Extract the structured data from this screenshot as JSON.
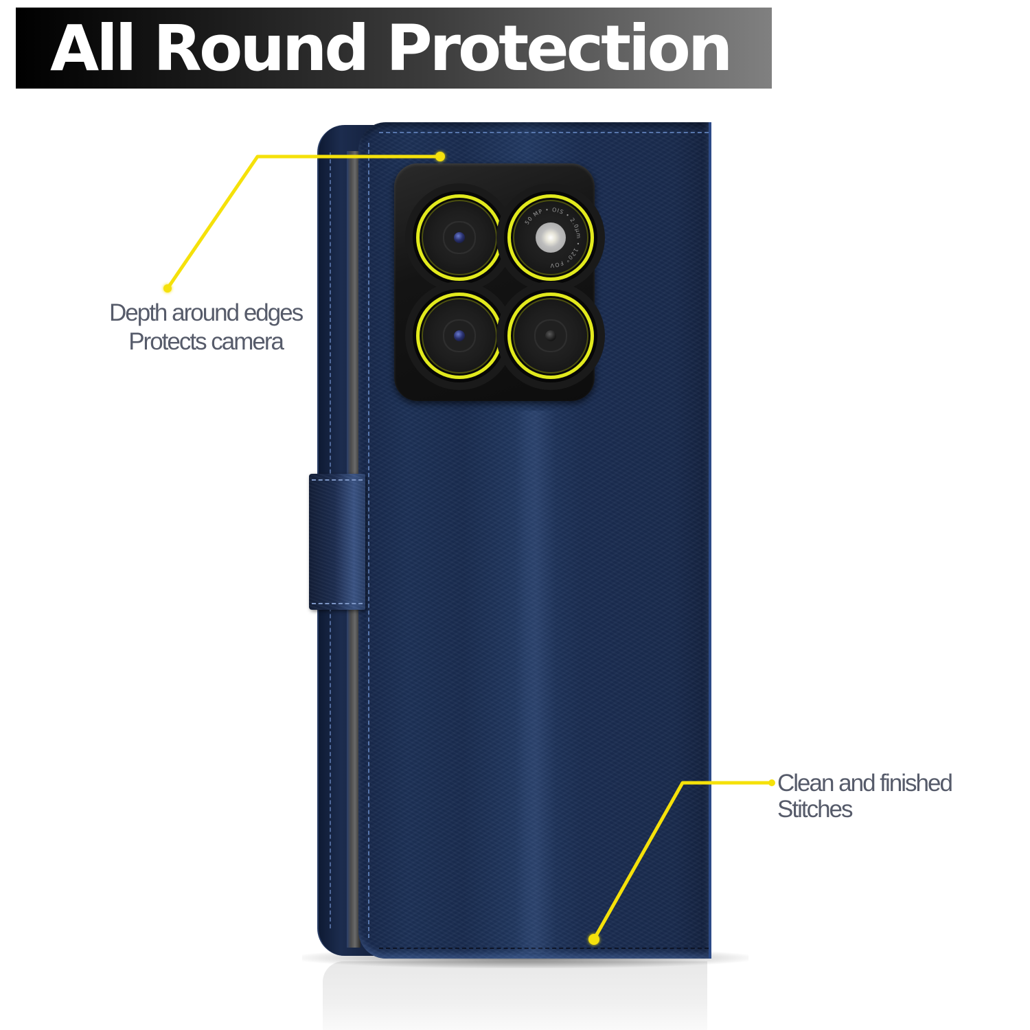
{
  "title": "All Round Protection",
  "callouts": {
    "camera": {
      "line1": "Depth around edges",
      "line2": "Protects camera"
    },
    "stitches": {
      "line1": "Clean and finished",
      "line2": "Stitches"
    }
  },
  "product": {
    "type": "flip wallet phone case",
    "color": "navy blue leather",
    "camera_ring_text": "50 MP • OIS • 2.0μm • 120° FOV"
  },
  "colors": {
    "leader_line": "#f5e10a",
    "case_leather": "#1d3157",
    "callout_text": "#565b6a",
    "lens_ring": "#e2ea1d",
    "banner_start": "#000000",
    "banner_end": "#808080"
  }
}
